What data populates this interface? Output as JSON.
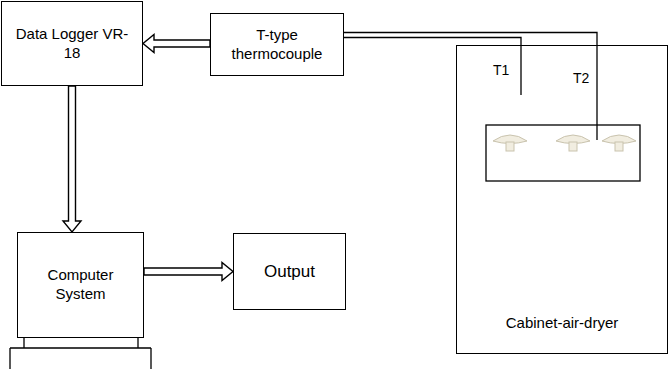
{
  "diagram": {
    "nodes": [
      {
        "text": [
          "Data Logger VR-18"
        ]
      },
      {
        "text": [
          "T-type thermocouple"
        ]
      },
      {
        "text": [
          "Computer System"
        ]
      },
      {
        "text": [
          "Output"
        ]
      },
      {
        "text": [
          "Cabinet-air-dryer"
        ]
      }
    ],
    "edges": [
      {
        "from": 1,
        "to": 0,
        "arrow": "to"
      },
      {
        "from": 0,
        "to": 2,
        "arrow": "to"
      },
      {
        "from": 2,
        "to": 3,
        "arrow": "to"
      },
      {
        "from": 1,
        "to": 4,
        "arrow": "none"
      }
    ],
    "labels": [
      "T1",
      "T2"
    ]
  }
}
